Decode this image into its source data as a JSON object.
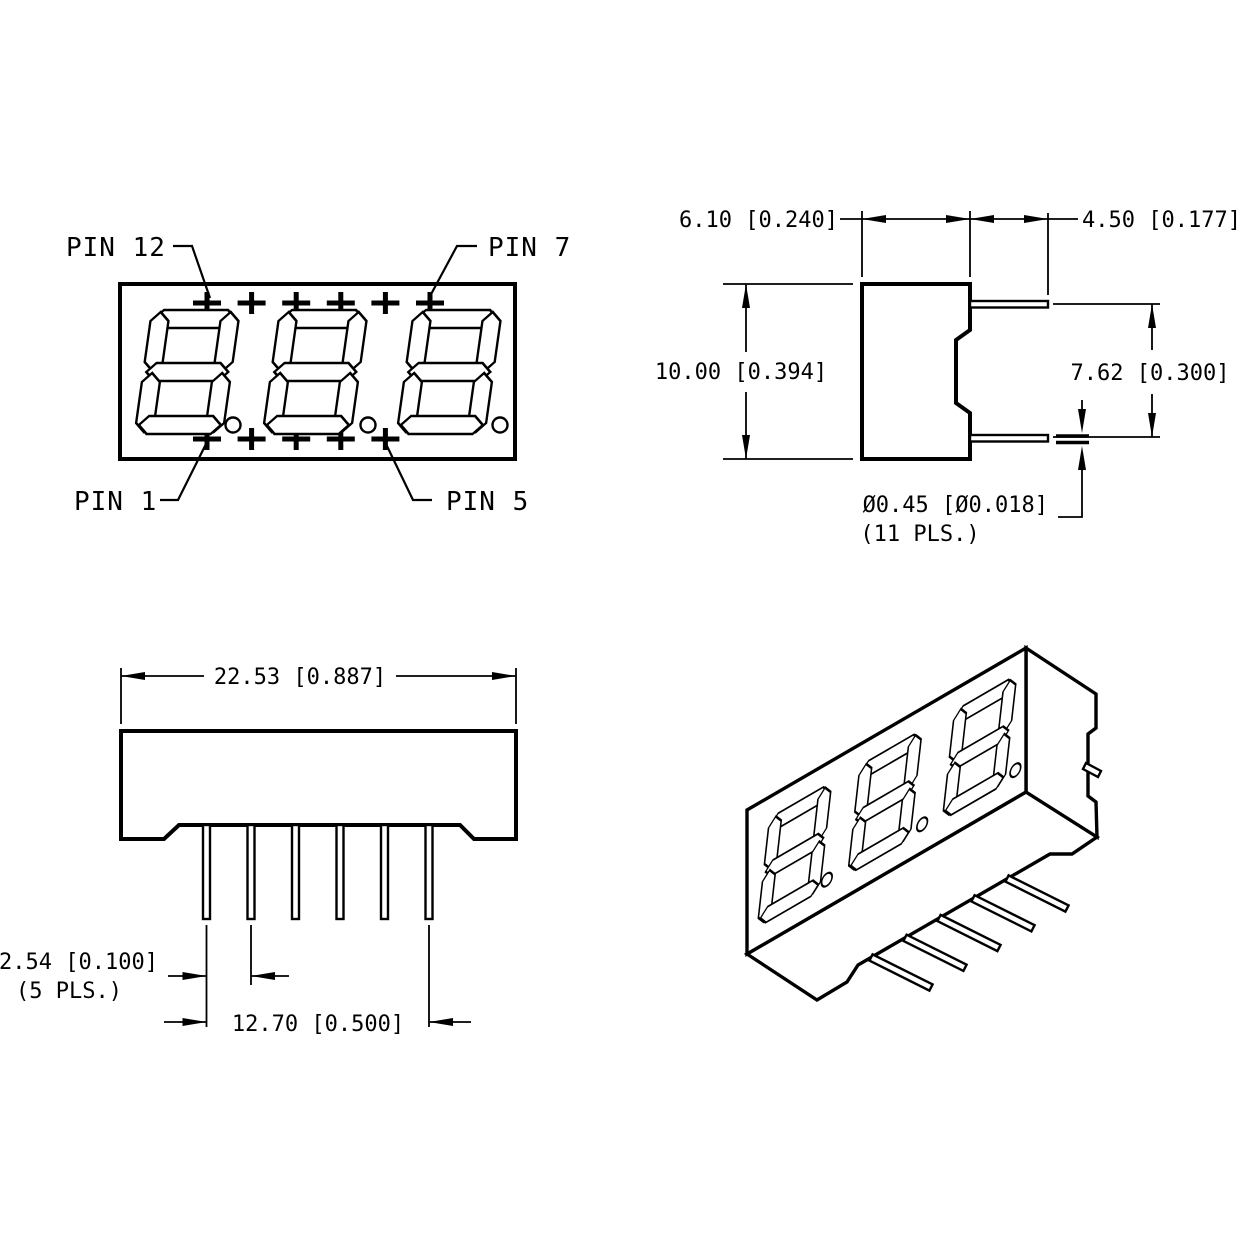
{
  "drawing_type": "seven-segment-display-mechanical-drawing",
  "colors": {
    "line": "#000000",
    "background": "#ffffff"
  },
  "front_view": {
    "pin_top_left": "PIN 12",
    "pin_top_right": "PIN 7",
    "pin_bottom_left": "PIN 1",
    "pin_bottom_right": "PIN 5"
  },
  "side_view": {
    "body_depth": "6.10 [0.240]",
    "pin_length": "4.50 [0.177]",
    "body_height": "10.00 [0.394]",
    "pin_row_pitch": "7.62 [0.300]",
    "pin_diameter": "Ø0.45 [Ø0.018]",
    "pin_diameter_note": "(11 PLS.)"
  },
  "bottom_view": {
    "body_width": "22.53 [0.887]",
    "pin_pitch": "2.54 [0.100]",
    "pin_pitch_note": "(5 PLS.)",
    "pin_span": "12.70 [0.500]"
  }
}
